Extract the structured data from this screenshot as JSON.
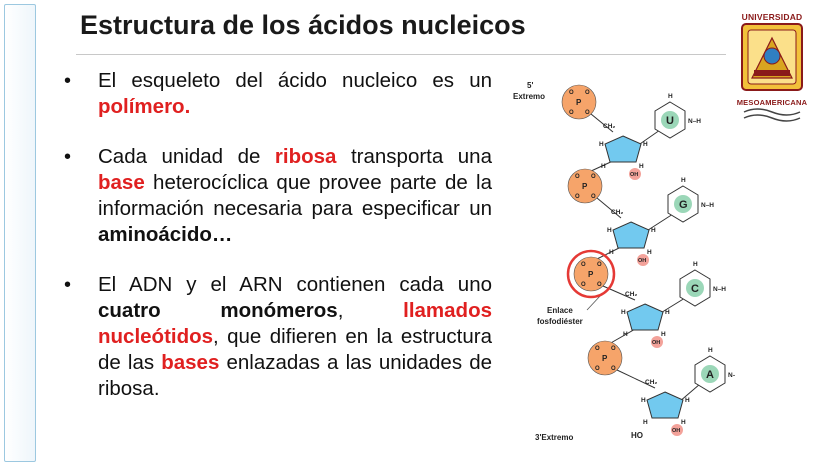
{
  "slide": {
    "title": "Estructura de los ácidos nucleicos"
  },
  "bullets": [
    {
      "id": "polimero",
      "parts": [
        {
          "text": "El esqueleto del ácido nucleico es un ",
          "style": "normal"
        },
        {
          "text": "polímero.",
          "style": "red"
        }
      ]
    },
    {
      "id": "ribosa",
      "parts": [
        {
          "text": "Cada unidad de ",
          "style": "normal"
        },
        {
          "text": "ribosa",
          "style": "red"
        },
        {
          "text": " transporta una ",
          "style": "normal"
        },
        {
          "text": "base",
          "style": "red"
        },
        {
          "text": " heterocíclica que provee parte de la información necesaria para especificar un ",
          "style": "normal"
        },
        {
          "text": "aminoácido…",
          "style": "bold"
        }
      ]
    },
    {
      "id": "adn-arn",
      "parts": [
        {
          "text": "El ADN y el ARN contienen cada uno ",
          "style": "normal"
        },
        {
          "text": "cuatro monómeros",
          "style": "bold"
        },
        {
          "text": ", ",
          "style": "normal"
        },
        {
          "text": "llamados nucleótidos",
          "style": "red"
        },
        {
          "text": ", que difieren en la estructura de las ",
          "style": "normal"
        },
        {
          "text": "bases",
          "style": "red"
        },
        {
          "text": " enlazadas a las unidades de ribosa.",
          "style": "normal"
        }
      ]
    }
  ],
  "logo": {
    "top_text": "UNIVERSIDAD",
    "bottom_text": "MESOAMERICANA"
  },
  "diagram": {
    "label_5prime": "5'",
    "label_5end": "Extremo",
    "label_3end": "3'Extremo",
    "label_bond_1": "Enlace",
    "label_bond_2": "fosfodiéster",
    "bases": [
      "U",
      "G",
      "C",
      "A"
    ],
    "oh_label": "OH",
    "ho_label": "HO",
    "p_label": "P",
    "o_label": "O",
    "ch2_label": "CH₂",
    "h_label": "H",
    "nh_label": "N–H",
    "colors": {
      "phosphate": "#f6a46a",
      "sugar": "#72c9ef",
      "base": "#9bd7b8",
      "oh": "#f3a29a",
      "bond_ring": "#e53935"
    }
  }
}
